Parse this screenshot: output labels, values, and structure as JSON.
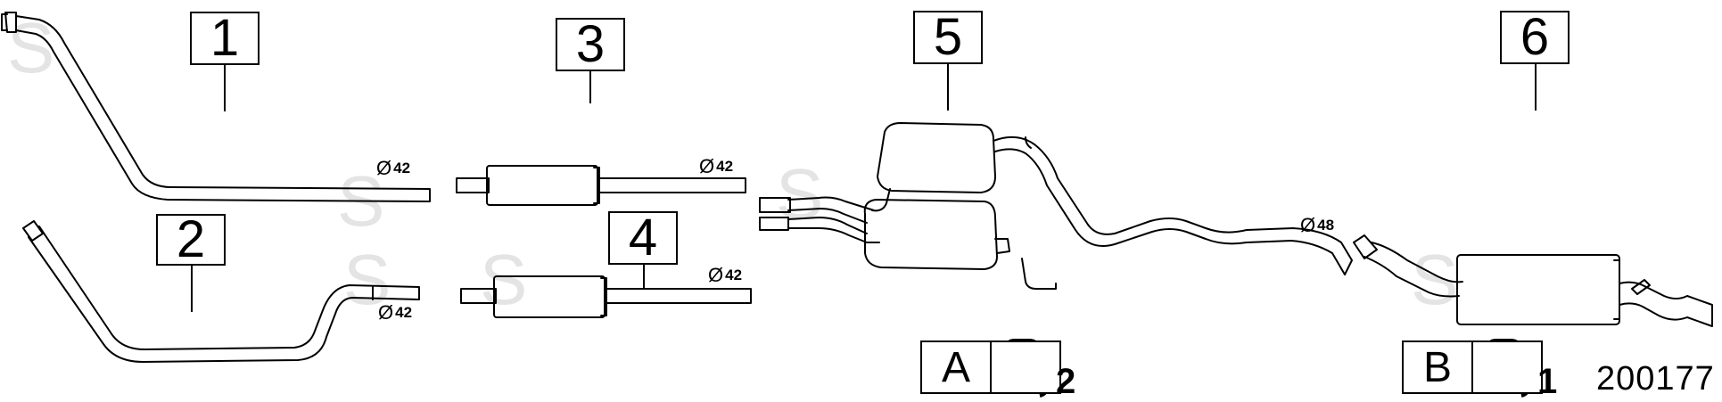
{
  "callouts": [
    {
      "id": "1",
      "label": "1"
    },
    {
      "id": "2",
      "label": "2"
    },
    {
      "id": "3",
      "label": "3"
    },
    {
      "id": "4",
      "label": "4"
    },
    {
      "id": "5",
      "label": "5"
    },
    {
      "id": "6",
      "label": "6"
    }
  ],
  "diameters": {
    "part1": "42",
    "part2": "42",
    "part3": "42",
    "part4": "42",
    "part5": "48"
  },
  "diameter_symbol": "Ø",
  "hardware": [
    {
      "letter": "A",
      "icon": "rubber-hanger-icon",
      "quantity": "2"
    },
    {
      "letter": "B",
      "icon": "rubber-hanger-icon",
      "quantity": "1"
    }
  ],
  "reference_number": "200177",
  "watermark": "S",
  "colors": {
    "line": "#000000",
    "watermark": "#e4e4e4",
    "background": "#ffffff"
  }
}
